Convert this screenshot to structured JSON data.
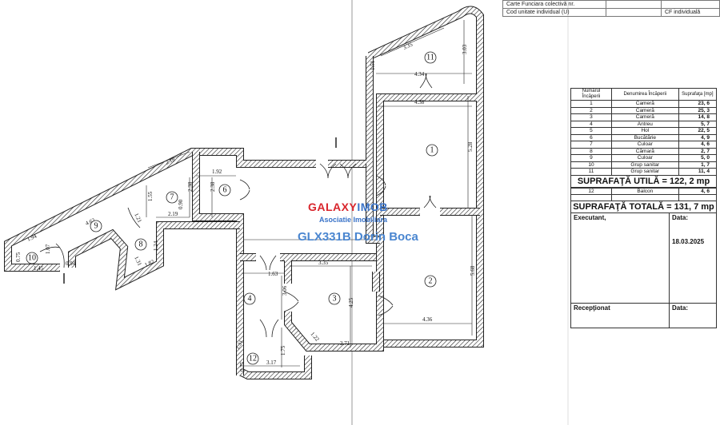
{
  "header_table": {
    "row1_label": "Carte Funciara colectivă nr.",
    "row2_label": "Cod unitate individual (U)",
    "row2_value": "CF individuală"
  },
  "watermark": {
    "brand_part1": "GALAXY",
    "brand_part2": "IMOB",
    "subtitle": "Asociatie Imobiliara",
    "agent": "GLX331B Dorin Boca"
  },
  "rooms": [
    "1",
    "2",
    "3",
    "4",
    "6",
    "7",
    "8",
    "9",
    "10",
    "11",
    "12"
  ],
  "dimensions": [
    "3.35",
    "3.03",
    "1.51",
    "4.34",
    "4.38",
    "5.28",
    "1.92",
    "2.18",
    "2.38",
    "2.38",
    "0.90",
    "1.55",
    "2.19",
    "1.21",
    "4.62",
    "1.94",
    "1.07",
    "0.94",
    "0.75",
    "1.45",
    "1.24",
    "1.31",
    "1.82",
    "3.35",
    "1.63",
    "3.06",
    "4.25",
    "5.68",
    "4.36",
    "1.22",
    "2.71",
    "1.31",
    "1.75",
    "0.75",
    "3.17"
  ],
  "surface_table": {
    "headers": [
      "Numărul Încăperii",
      "Denumirea Încăperii",
      "Suprafaţa [mp]"
    ],
    "rows": [
      [
        "1",
        "Cameră",
        "23, 6"
      ],
      [
        "2",
        "Cameră",
        "25, 3"
      ],
      [
        "3",
        "Cameră",
        "14, 8"
      ],
      [
        "4",
        "Antreu",
        "5, 7"
      ],
      [
        "5",
        "Hol",
        "22, 5"
      ],
      [
        "6",
        "Bucătărie",
        "4, 9"
      ],
      [
        "7",
        "Culoar",
        "4, 6"
      ],
      [
        "8",
        "Cămară",
        "2, 7"
      ],
      [
        "9",
        "Culoar",
        "5, 0"
      ],
      [
        "10",
        "Grup sanitar",
        "1, 7"
      ],
      [
        "11",
        "Grup sanitar",
        "11, 4"
      ]
    ],
    "useful_area": "SUPRAFAŢĂ  UTILĂ = 122, 2 mp",
    "balcony_row": [
      "12",
      "Balcon",
      "4, 6"
    ],
    "total_area": "SUPRAFAŢĂ  TOTALĂ = 131, 7 mp",
    "executant_label": "Executant,",
    "date_label": "Data:",
    "date_value": "18.03.2025",
    "received_label": "Recepţionat",
    "received_date_label": "Data:"
  }
}
